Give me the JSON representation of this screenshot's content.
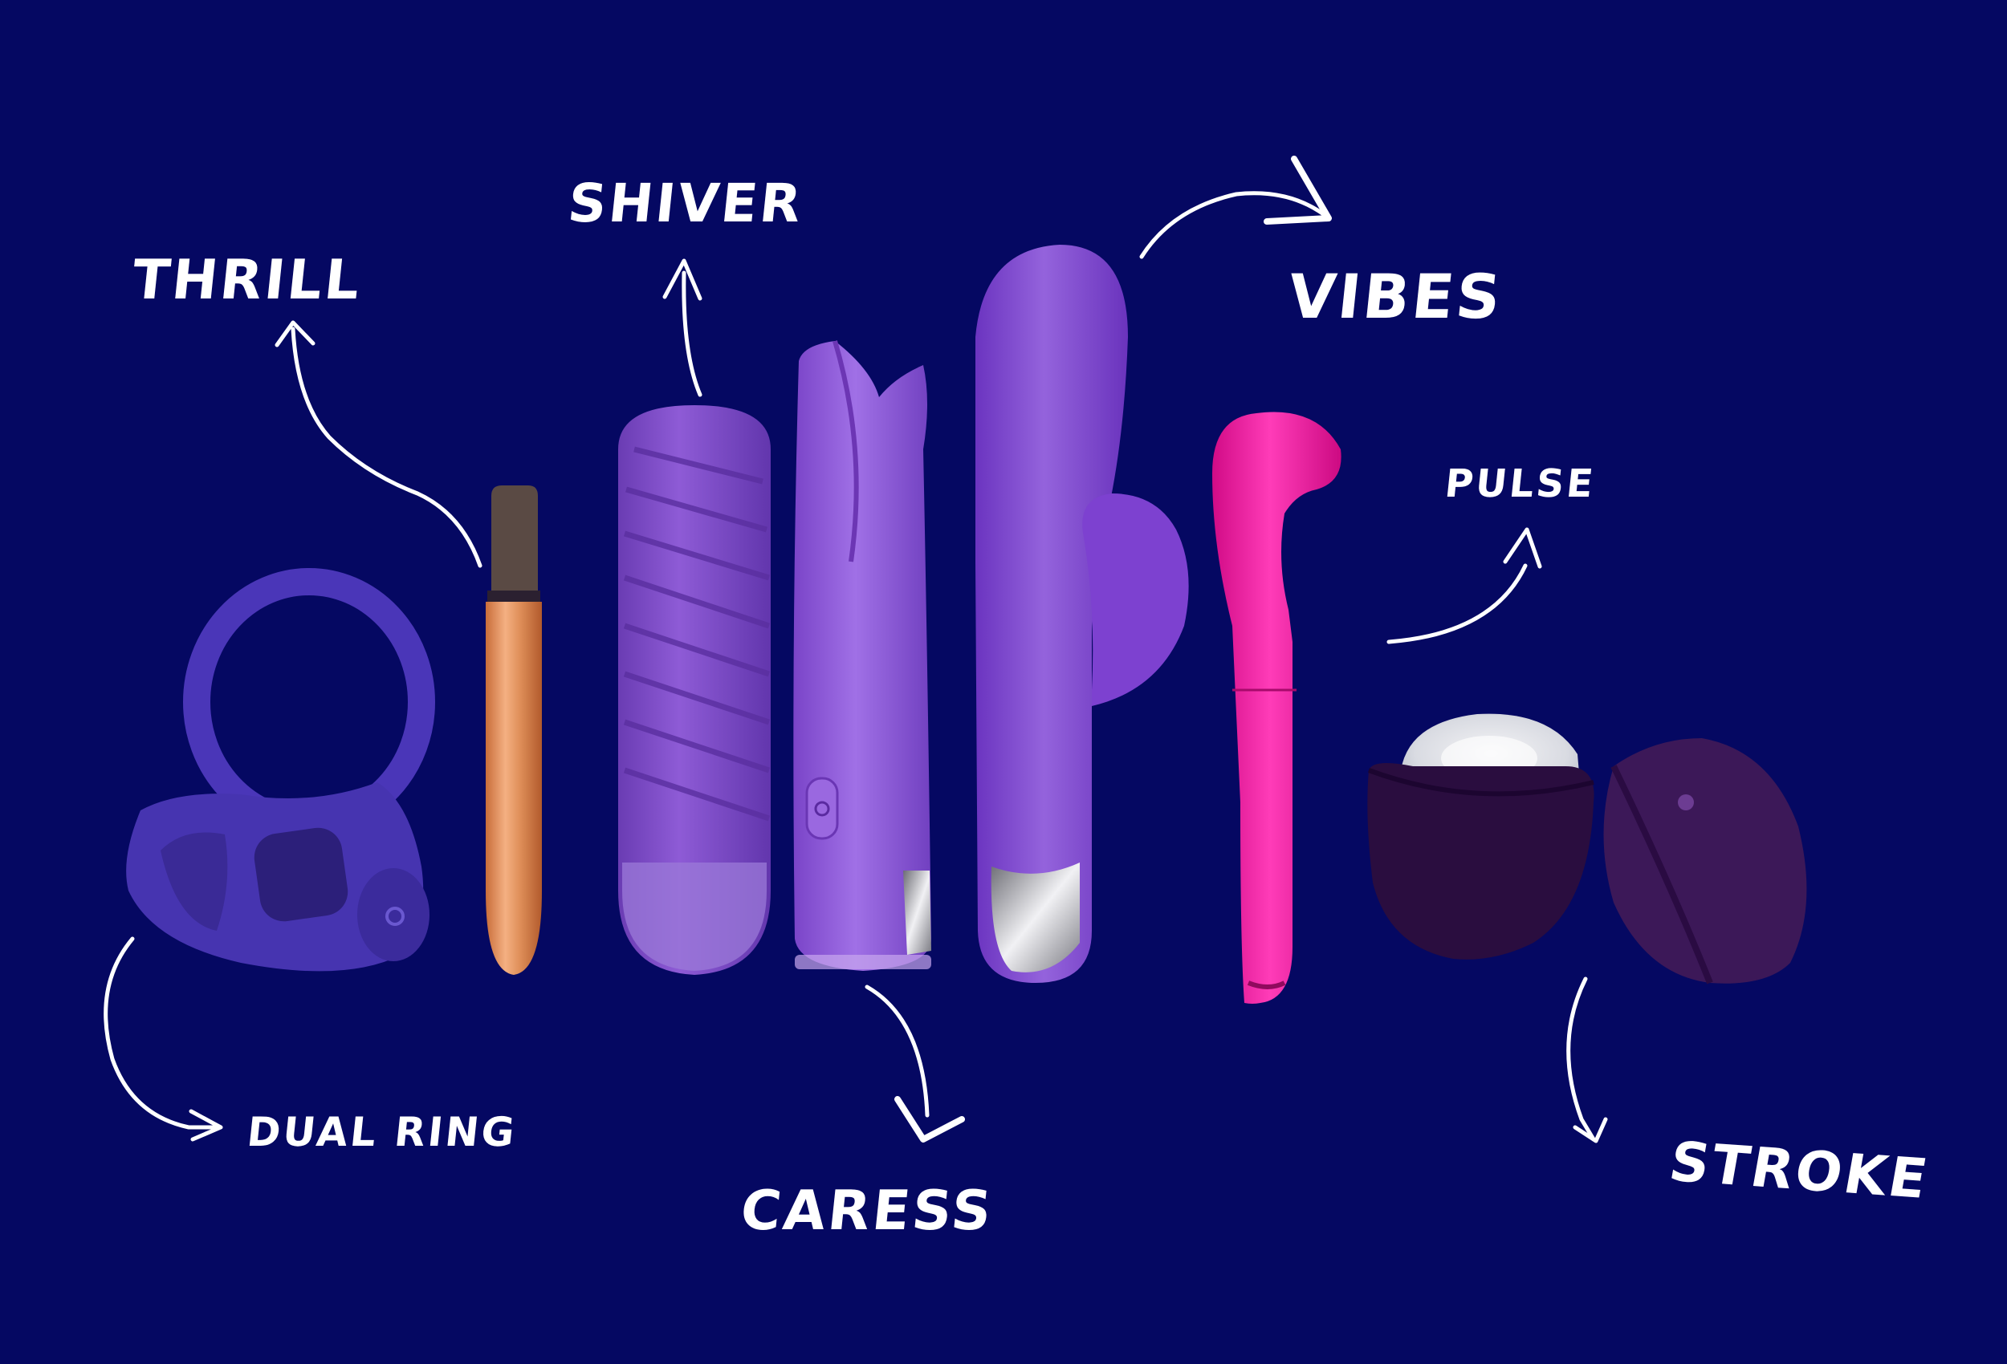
{
  "colors": {
    "background": "#050862",
    "arrow": "#ffffff",
    "ring": "#4a36b8",
    "bullet": "#e0905a",
    "shiver": "#7a4ac4",
    "caress": "#8a52d4",
    "vibes": "#7c3fcf",
    "pulse": "#ff1aa8",
    "stroke": "#2a0d3f"
  },
  "labels": {
    "thrill": "Thrill",
    "shiver": "Shiver",
    "vibes": "Vibes",
    "pulse": "pulse",
    "dual_ring": "Dual Ring",
    "caress": "Caress",
    "stroke": "Stroke"
  },
  "products": [
    {
      "id": "dual-ring",
      "icon": "ring-toy-icon"
    },
    {
      "id": "thrill",
      "icon": "bullet-vibrator-icon"
    },
    {
      "id": "shiver",
      "icon": "ribbed-vibrator-icon"
    },
    {
      "id": "caress",
      "icon": "petal-vibrator-icon"
    },
    {
      "id": "vibes",
      "icon": "rabbit-vibrator-icon"
    },
    {
      "id": "pulse",
      "icon": "gspot-vibrator-icon"
    },
    {
      "id": "stroke",
      "icon": "stroker-egg-icon"
    }
  ]
}
